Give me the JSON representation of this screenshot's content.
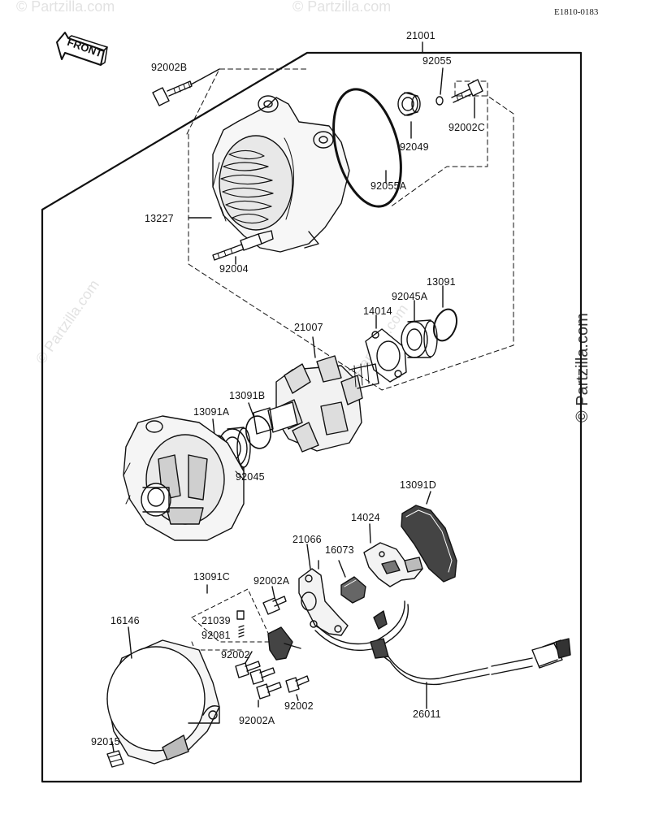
{
  "diagram": {
    "reference_code": "E1810-0183",
    "front_arrow_label": "FRONT",
    "watermark": "© Partzilla.com",
    "parts": [
      {
        "id": "21001"
      },
      {
        "id": "92002B"
      },
      {
        "id": "92055"
      },
      {
        "id": "92002C"
      },
      {
        "id": "92049"
      },
      {
        "id": "92055A"
      },
      {
        "id": "13227"
      },
      {
        "id": "92004"
      },
      {
        "id": "13091"
      },
      {
        "id": "92045A"
      },
      {
        "id": "14014"
      },
      {
        "id": "21007"
      },
      {
        "id": "13091B"
      },
      {
        "id": "13091A"
      },
      {
        "id": "92045"
      },
      {
        "id": "13091D"
      },
      {
        "id": "14024"
      },
      {
        "id": "21066"
      },
      {
        "id": "16073"
      },
      {
        "id": "13091C"
      },
      {
        "id": "92002A"
      },
      {
        "id": "21039"
      },
      {
        "id": "92081"
      },
      {
        "id": "16146"
      },
      {
        "id": "92002"
      },
      {
        "id": "92002"
      },
      {
        "id": "92002A"
      },
      {
        "id": "26011"
      },
      {
        "id": "92015"
      }
    ]
  }
}
